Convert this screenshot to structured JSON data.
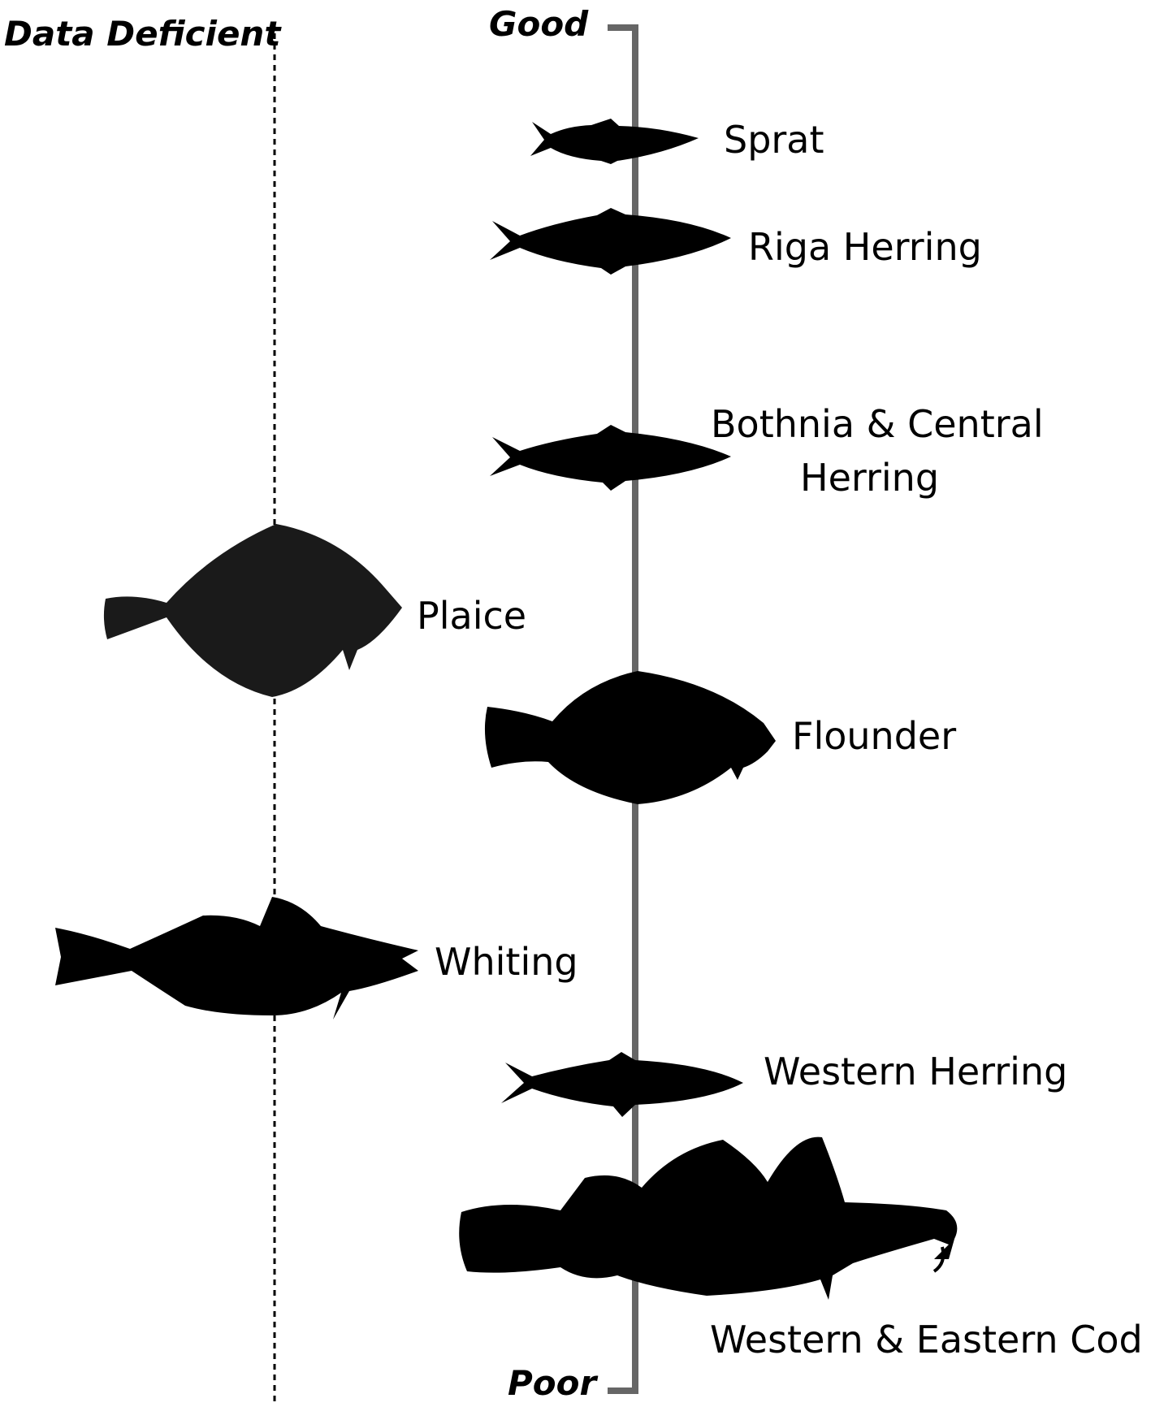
{
  "header": {
    "data_deficient": "Data Deficient"
  },
  "axis": {
    "top_label": "Good",
    "bottom_label": "Poor"
  },
  "species": [
    {
      "name": "Sprat",
      "column": "assessed"
    },
    {
      "name": "Riga Herring",
      "column": "assessed"
    },
    {
      "name": "Bothnia & Central Herring",
      "column": "assessed"
    },
    {
      "name": "Plaice",
      "column": "data-deficient"
    },
    {
      "name": "Flounder",
      "column": "assessed"
    },
    {
      "name": "Whiting",
      "column": "data-deficient"
    },
    {
      "name": "Western Herring",
      "column": "assessed"
    },
    {
      "name": "Western & Eastern Cod",
      "column": "assessed"
    }
  ],
  "labels": {
    "sprat": "Sprat",
    "riga_herring": "Riga Herring",
    "bothnia_line1": "Bothnia & Central",
    "bothnia_line2": "Herring",
    "plaice": "Plaice",
    "flounder": "Flounder",
    "whiting": "Whiting",
    "western_herring": "Western Herring",
    "cod": "Western & Eastern Cod"
  },
  "colors": {
    "silhouette": "#000000",
    "axis_line": "#666666"
  },
  "icons": {
    "sprat": "fish-silhouette-icon",
    "herring": "fish-silhouette-icon",
    "plaice": "flatfish-silhouette-icon",
    "flounder": "flatfish-silhouette-icon",
    "whiting": "fish-silhouette-icon",
    "cod": "cod-silhouette-icon"
  }
}
